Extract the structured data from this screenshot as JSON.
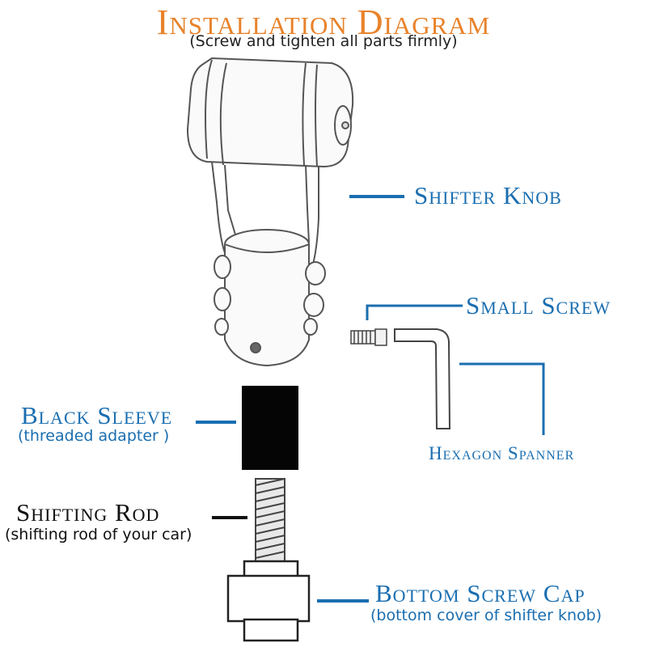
{
  "header": {
    "title": "Installation Diagram",
    "subtitle": "(Screw and tighten all parts firmly)"
  },
  "labels": {
    "shifter_knob": "Shifter Knob",
    "small_screw": "Small Screw",
    "black_sleeve": "Black Sleeve",
    "black_sleeve_sub": "(threaded adapter )",
    "hexagon_spanner": "Hexagon Spanner",
    "shifting_rod": "Shifting Rod",
    "shifting_rod_sub": "(shifting rod of your car)",
    "bottom_screw_cap": "Bottom Screw Cap",
    "bottom_screw_cap_sub": "(bottom cover of shifter knob)"
  },
  "colors": {
    "title": "#e8822a",
    "label_blue": "#1a6eb0",
    "label_black": "#111111"
  }
}
